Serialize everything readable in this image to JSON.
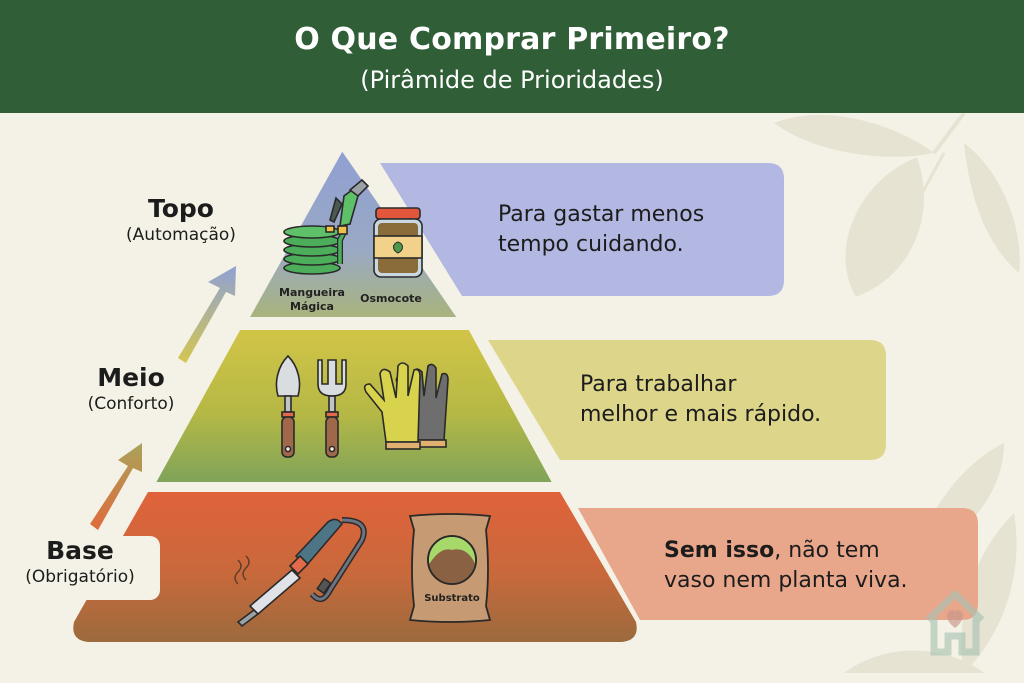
{
  "header": {
    "title": "O Que Comprar Primeiro?",
    "subtitle": "(Pirâmide de Prioridades)"
  },
  "colors": {
    "header_bg": "#2f5e37",
    "page_bg": "#f4f2e6",
    "top_tier": "#98a6d2",
    "middle_tier": "#c9c24c",
    "base_tier": "#dc6a3e",
    "top_callout": "#b3b9e0",
    "middle_callout": "#dcd68a",
    "base_callout": "#e9a68c"
  },
  "pyramid": {
    "tiers": [
      {
        "id": "top",
        "name": "Topo",
        "subtitle": "(Automação)",
        "items": [
          {
            "icon": "garden-hose-icon",
            "label_line1": "Mangueira",
            "label_line2": "Mágica"
          },
          {
            "icon": "fertilizer-jar-icon",
            "label": "Osmocote"
          }
        ],
        "callout_line1": "Para gastar menos",
        "callout_line2": "tempo cuidando."
      },
      {
        "id": "middle",
        "name": "Meio",
        "subtitle": "(Conforto)",
        "items": [
          {
            "icon": "trowel-icon"
          },
          {
            "icon": "garden-fork-icon"
          },
          {
            "icon": "gloves-icon"
          }
        ],
        "callout_line1": "Para trabalhar",
        "callout_line2": "melhor e mais rápido."
      },
      {
        "id": "base",
        "name": "Base",
        "subtitle": "(Obrigatório)",
        "items": [
          {
            "icon": "soldering-iron-icon"
          },
          {
            "icon": "substrate-bag-icon",
            "label": "Substrato"
          }
        ],
        "callout_bold": "Sem isso",
        "callout_rest": ", não tem",
        "callout_line2": "vaso nem planta viva."
      }
    ]
  },
  "watermark": {
    "icon": "house-heart-icon"
  }
}
